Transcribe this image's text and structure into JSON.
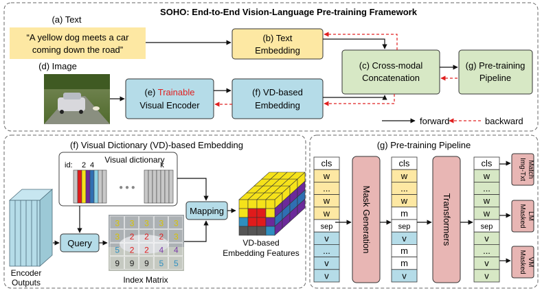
{
  "top": {
    "title": "SOHO: End-to-End Vision-Language Pre-training Framework",
    "text_label": "(a) Text",
    "text_quote_line1": "“A yellow dog meets a car",
    "text_quote_line2": "coming down the road”",
    "text_embedding_line1": "(b) Text",
    "text_embedding_line2": "Embedding",
    "image_label": "(d) Image",
    "encoder_prefix": "(e) ",
    "encoder_trainable": "Trainable",
    "encoder_line2": "Visual Encoder",
    "vd_embedding_line1": "(f) VD-based",
    "vd_embedding_line2": "Embedding",
    "crossmodal_line1": "(c) Cross-modal",
    "crossmodal_line2": "Concatenation",
    "pipeline_line1": "(g) Pre-training",
    "pipeline_line2": "Pipeline",
    "legend_forward": "forward",
    "legend_backward": "backward"
  },
  "vd_panel": {
    "title": "(f) Visual Dictionary (VD)-based Embedding",
    "dictionary_title": "Visual dictionary",
    "id_label": "id:",
    "id_2": "2",
    "id_4": "4",
    "id_k": "k",
    "dots": "● ● ●",
    "encoder_outputs_line1": "Encoder",
    "encoder_outputs_line2": "Outputs",
    "query": "Query",
    "mapping": "Mapping",
    "index_matrix": "Index Matrix",
    "matrix": [
      [
        "3",
        "3",
        "3",
        "3",
        "3"
      ],
      [
        "3",
        "2",
        "2",
        "2",
        "3"
      ],
      [
        "5",
        "2",
        "2",
        "4",
        "4"
      ],
      [
        "9",
        "9",
        "9",
        "5",
        "5"
      ]
    ],
    "features_line1": "VD-based",
    "features_line2": "Embedding Features"
  },
  "pipeline_panel": {
    "title": "(g) Pre-training Pipeline",
    "input_tokens": [
      "cls",
      "w",
      "...",
      "w",
      "w",
      "sep",
      "v",
      "...",
      "v",
      "v"
    ],
    "masked_tokens": [
      "cls",
      "w",
      "...",
      "w",
      "m",
      "sep",
      "v",
      "m",
      "m",
      "v"
    ],
    "output_tokens": [
      "cls",
      "w",
      "...",
      "w",
      "w",
      "sep",
      "v",
      "...",
      "v",
      "v"
    ],
    "mask_generation": "Mask Generation",
    "transformers": "Transformers",
    "head_itm_line1": "Img-Txt",
    "head_itm_line2": "Match",
    "head_mlm_line1": "Masked",
    "head_mlm_line2": "LM",
    "head_mvm_line1": "Masked",
    "head_mvm_line2": "VM"
  },
  "colors": {
    "yellow": "#fde8a3",
    "blue": "#b5dce8",
    "green": "#d7e8c5",
    "pink": "#e8b6b4",
    "backward": "#e02020",
    "trainable": "#e02020"
  }
}
